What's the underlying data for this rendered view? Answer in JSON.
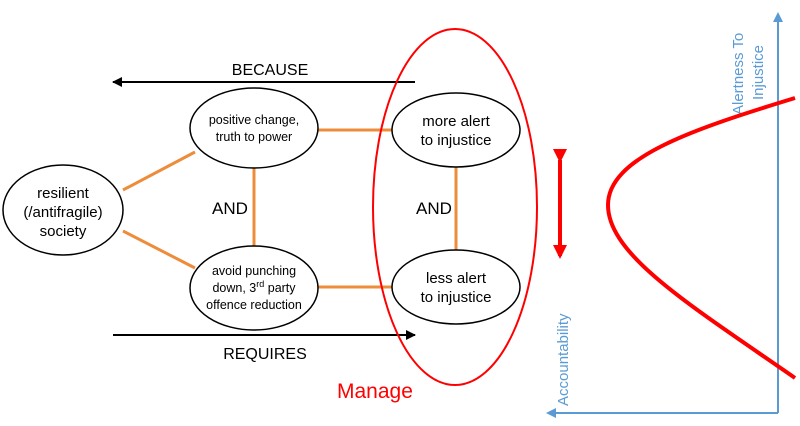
{
  "colors": {
    "connector": "#ed8c3b",
    "highlight": "#ff0000",
    "axis": "#5b9bd5",
    "arrow": "#000000"
  },
  "top_arrow": {
    "label": "BECAUSE"
  },
  "bottom_arrow": {
    "label": "REQUIRES"
  },
  "nodes": {
    "resilient": {
      "lines": [
        "resilient",
        "(/antifragile)",
        "society"
      ]
    },
    "positive_change": {
      "lines": [
        "positive change,",
        "truth to power"
      ]
    },
    "avoid_punching": {
      "line1": "avoid punching",
      "line2_prefix": "down, 3",
      "line2_sup": "rd",
      "line2_suffix": " party",
      "line3": "offence reduction"
    },
    "more_alert": {
      "lines": [
        "more alert",
        "to injustice"
      ]
    },
    "less_alert": {
      "lines": [
        "less alert",
        "to injustice"
      ]
    }
  },
  "and_labels": {
    "left": "AND",
    "right": "AND"
  },
  "manage_label": "Manage",
  "graph": {
    "y_axis_label_line1": "Alertness To",
    "y_axis_label_line2": "Injustice",
    "x_axis_label": "Accountability"
  }
}
